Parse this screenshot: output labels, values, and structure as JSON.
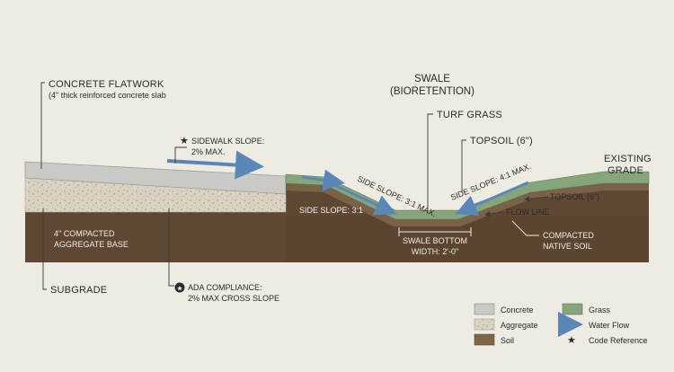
{
  "title": {
    "line1": "SWALE",
    "line2": "(BIORETENTION)"
  },
  "labels": {
    "concrete_flatwork": "CONCRETE FLATWORK",
    "concrete_note": "(4\" thick reinforced concrete slab",
    "sidewalk_slope_1": "SIDEWALK SLOPE:",
    "sidewalk_slope_2": "2% MAX.",
    "turf_grass": "TURF GRASS",
    "topsoil_top": "TOPSOIL (6\")",
    "existing_grade_1": "EXISTING",
    "existing_grade_2": "GRADE",
    "side_slope_left_diag": "SIDE SLOPE: 3:1 MAX.",
    "side_slope_right_diag": "SIDE SLOPE: 4:1 MAX.",
    "side_slope_left": "SIDE SLOPE: 3:1",
    "topsoil_right": "TOPSOIL (6\")",
    "flow_line": "FLOW LINE",
    "aggregate_base_1": "4\" COMPACTED",
    "aggregate_base_2": "AGGREGATE BASE",
    "swale_bottom_1": "SWALE BOTTOM",
    "swale_bottom_2": "WIDTH: 2'-0\"",
    "compacted_soil_1": "COMPACTED",
    "compacted_soil_2": "NATIVE SOIL",
    "subgrade": "SUBGRADE",
    "ada_1": "ADA COMPLIANCE:",
    "ada_2": "2% MAX CROSS SLOPE"
  },
  "legend": {
    "concrete": "Concrete",
    "aggregate": "Aggregate",
    "soil": "Soil",
    "grass": "Grass",
    "water_flow": "Water Flow",
    "code_reference": "Code Reference"
  },
  "colors": {
    "background": "#eeebe2",
    "concrete": "#c9c9c6",
    "aggregate": "#d9d2c2",
    "soil": "#5e4733",
    "grass": "#86a57a",
    "topsoil": "#7a6248",
    "water": "#5b87b8"
  },
  "icons": {
    "code_reference": "star-icon",
    "ada": "circled-star-icon"
  }
}
